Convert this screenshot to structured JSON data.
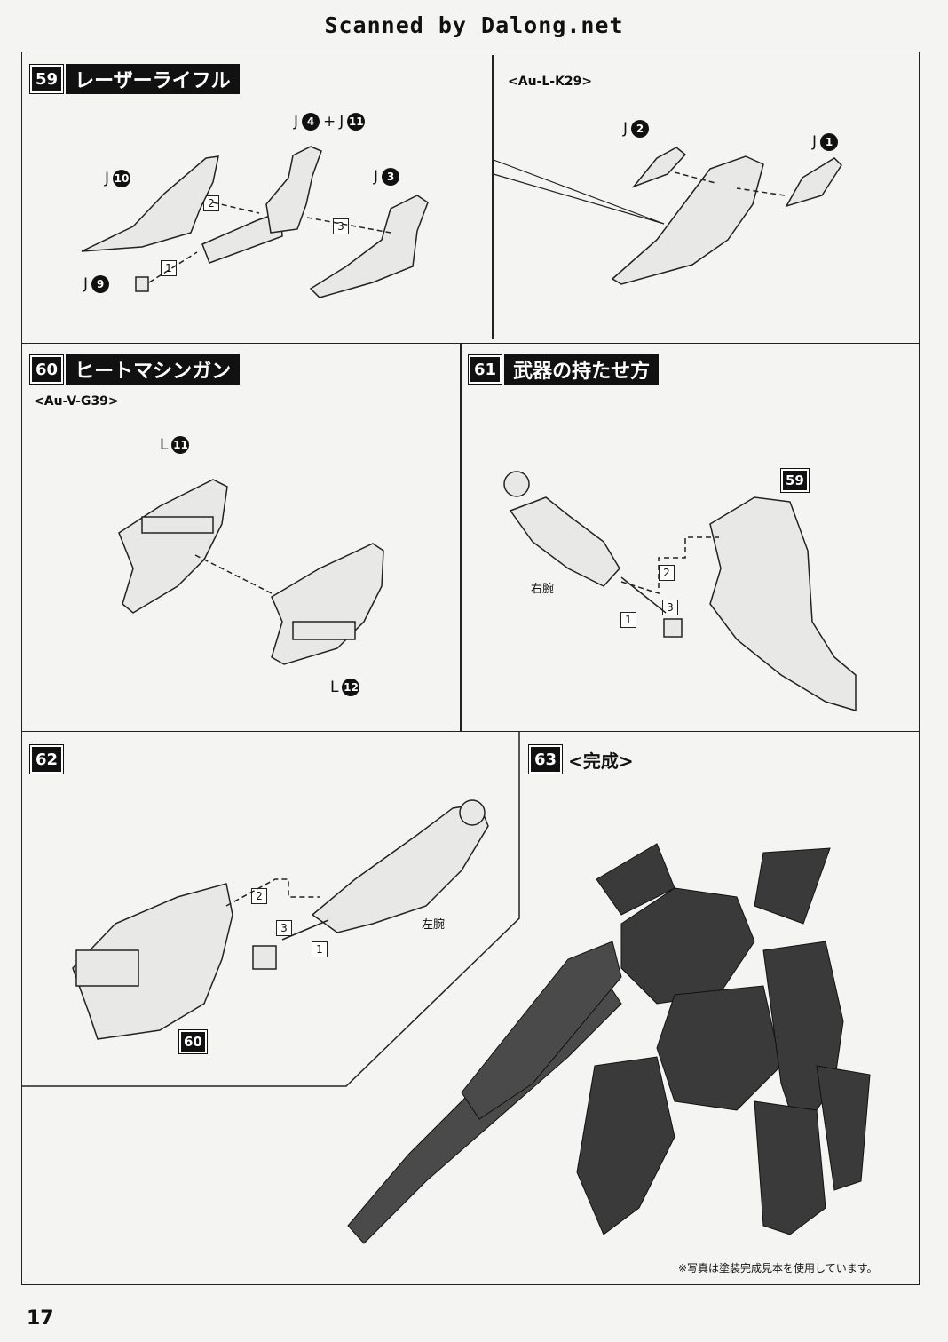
{
  "header": {
    "scan_credit": "Scanned by Dalong.net"
  },
  "steps": {
    "s59": {
      "num": "59",
      "title": "レーザーライフル",
      "variant": "<Au-L-K29>",
      "parts": [
        {
          "prefix": "J",
          "circ": "10"
        },
        {
          "prefix": "J",
          "circ": "4",
          "plus": "+",
          "prefix2": "J",
          "circ2": "11"
        },
        {
          "prefix": "J",
          "circ": "3"
        },
        {
          "prefix": "J",
          "circ": "9"
        },
        {
          "prefix": "J",
          "circ": "2"
        },
        {
          "prefix": "J",
          "circ": "1"
        }
      ],
      "boxes": [
        "2",
        "3",
        "1"
      ]
    },
    "s60": {
      "num": "60",
      "title": "ヒートマシンガン",
      "variant": "<Au-V-G39>",
      "parts": [
        {
          "prefix": "L",
          "circ": "11"
        },
        {
          "prefix": "L",
          "circ": "12"
        }
      ]
    },
    "s61": {
      "num": "61",
      "title": "武器の持たせ方",
      "ref": "59",
      "arm_label": "右腕",
      "boxes": [
        "2",
        "1",
        "3"
      ]
    },
    "s62": {
      "num": "62",
      "ref": "60",
      "arm_label": "左腕",
      "boxes": [
        "2",
        "3",
        "1"
      ]
    },
    "s63": {
      "num": "63",
      "title": "<完成>"
    }
  },
  "footer": {
    "note": "※写真は塗装完成見本を使用しています。",
    "page_number": "17"
  }
}
